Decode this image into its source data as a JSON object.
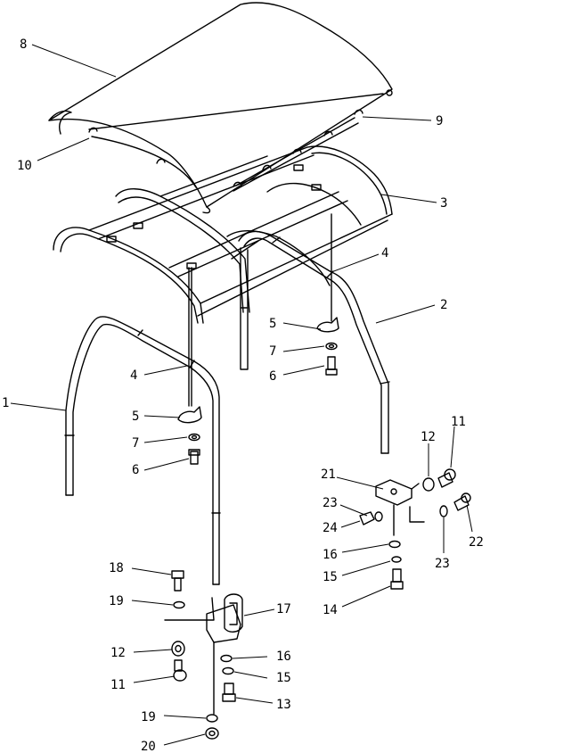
{
  "callouts": [
    {
      "id": "c8",
      "text": "8"
    },
    {
      "id": "c9",
      "text": "9"
    },
    {
      "id": "c10",
      "text": "10"
    },
    {
      "id": "c3",
      "text": "3"
    },
    {
      "id": "c4a",
      "text": "4"
    },
    {
      "id": "c2",
      "text": "2"
    },
    {
      "id": "c5a",
      "text": "5"
    },
    {
      "id": "c7a",
      "text": "7"
    },
    {
      "id": "c6a",
      "text": "6"
    },
    {
      "id": "c4b",
      "text": "4"
    },
    {
      "id": "c1",
      "text": "1"
    },
    {
      "id": "c5b",
      "text": "5"
    },
    {
      "id": "c7b",
      "text": "7"
    },
    {
      "id": "c6b",
      "text": "6"
    },
    {
      "id": "c11a",
      "text": "11"
    },
    {
      "id": "c12a",
      "text": "12"
    },
    {
      "id": "c21",
      "text": "21"
    },
    {
      "id": "c23a",
      "text": "23"
    },
    {
      "id": "c24",
      "text": "24"
    },
    {
      "id": "c22",
      "text": "22"
    },
    {
      "id": "c16a",
      "text": "16"
    },
    {
      "id": "c15a",
      "text": "15"
    },
    {
      "id": "c23b",
      "text": "23"
    },
    {
      "id": "c14",
      "text": "14"
    },
    {
      "id": "c18",
      "text": "18"
    },
    {
      "id": "c17",
      "text": "17"
    },
    {
      "id": "c19a",
      "text": "19"
    },
    {
      "id": "c12b",
      "text": "12"
    },
    {
      "id": "c16b",
      "text": "16"
    },
    {
      "id": "c15b",
      "text": "15"
    },
    {
      "id": "c11b",
      "text": "11"
    },
    {
      "id": "c13",
      "text": "13"
    },
    {
      "id": "c19b",
      "text": "19"
    },
    {
      "id": "c20",
      "text": "20"
    }
  ]
}
